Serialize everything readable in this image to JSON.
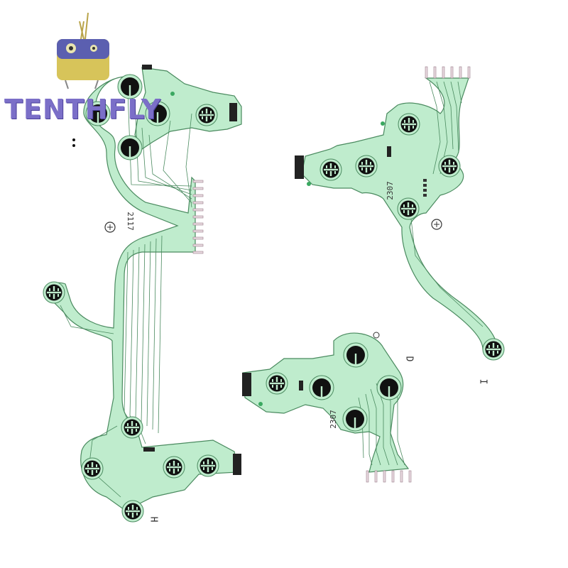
{
  "logo": {
    "text": "TENTHFLY",
    "color_primary": "#7b6fc8",
    "color_body": "#d7c45a",
    "color_face": "#5b5fb0"
  },
  "circuits": {
    "trace_color": "#bfeccd",
    "trace_line_color": "#4a8a5f",
    "contact_color": "#111111",
    "connector_color": "#2b2b2b",
    "left": {
      "code": "2117",
      "letter": "H"
    },
    "top_right": {
      "code": "2307",
      "letter": "I"
    },
    "bottom_mid": {
      "code": "2307",
      "letter": "D"
    }
  }
}
